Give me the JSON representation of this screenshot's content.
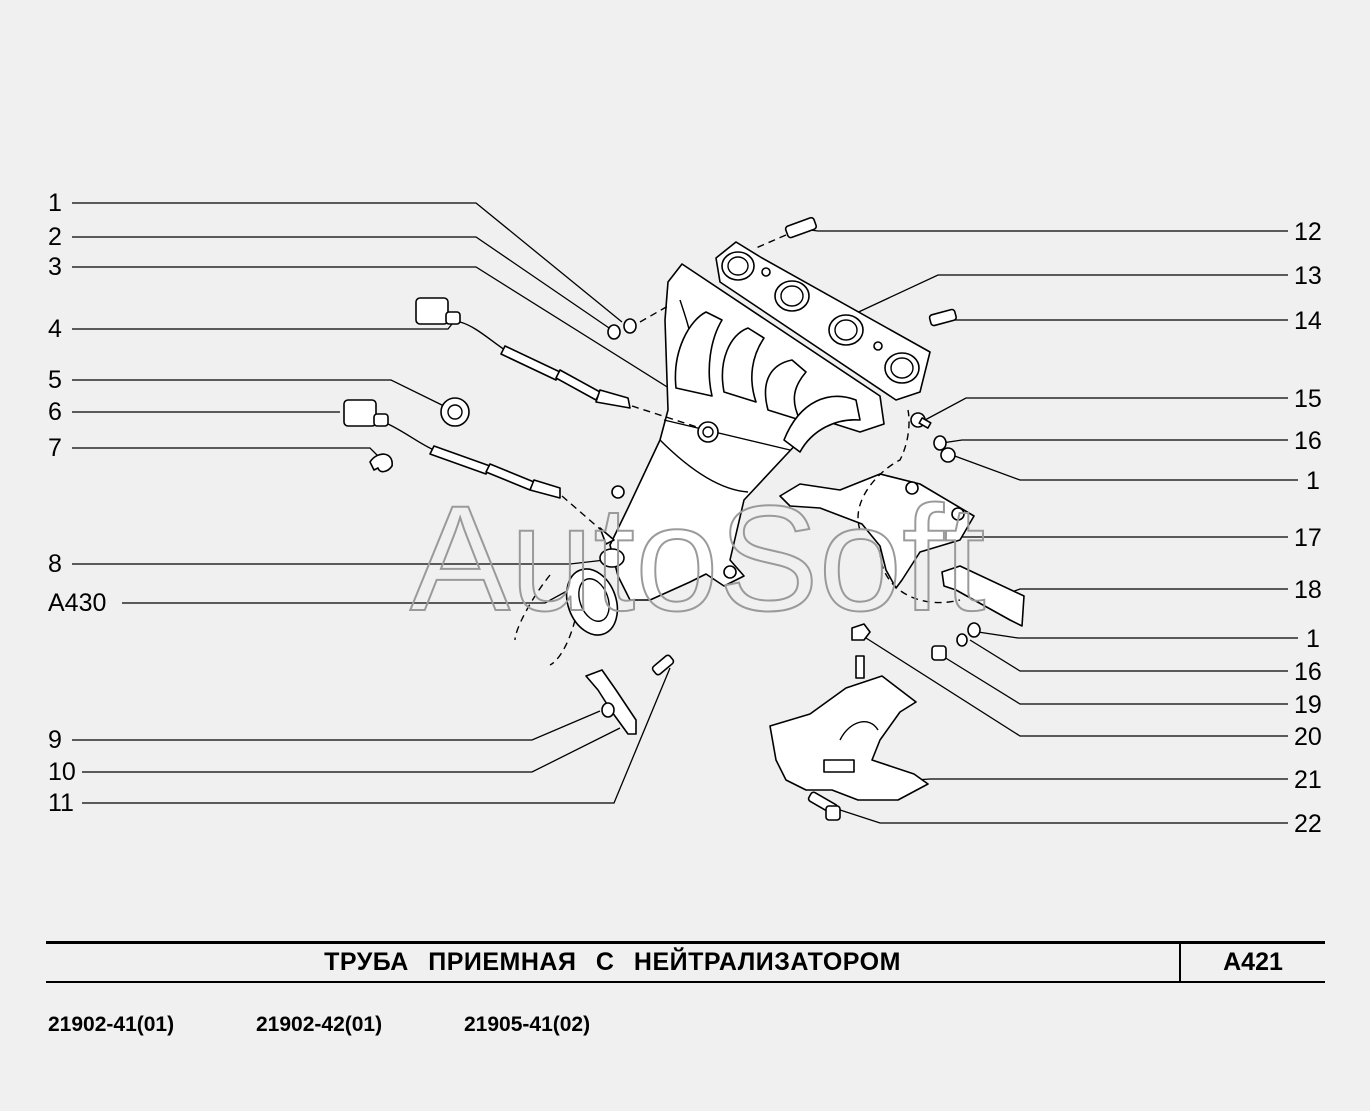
{
  "watermark": "AutoSoft",
  "callouts_left": [
    "1",
    "2",
    "3",
    "4",
    "5",
    "6",
    "7",
    "8",
    "A430",
    "9",
    "10",
    "11"
  ],
  "callouts_right": [
    "12",
    "13",
    "14",
    "15",
    "16",
    "1",
    "17",
    "18",
    "1",
    "16",
    "19",
    "20",
    "21",
    "22"
  ],
  "title": "ТРУБА   ПРИЕМНАЯ   С   НЕЙТРАЛИЗАТОРОМ",
  "code": "A421",
  "models": [
    "21902-41(01)",
    "21902-42(01)",
    "21905-41(02)"
  ]
}
